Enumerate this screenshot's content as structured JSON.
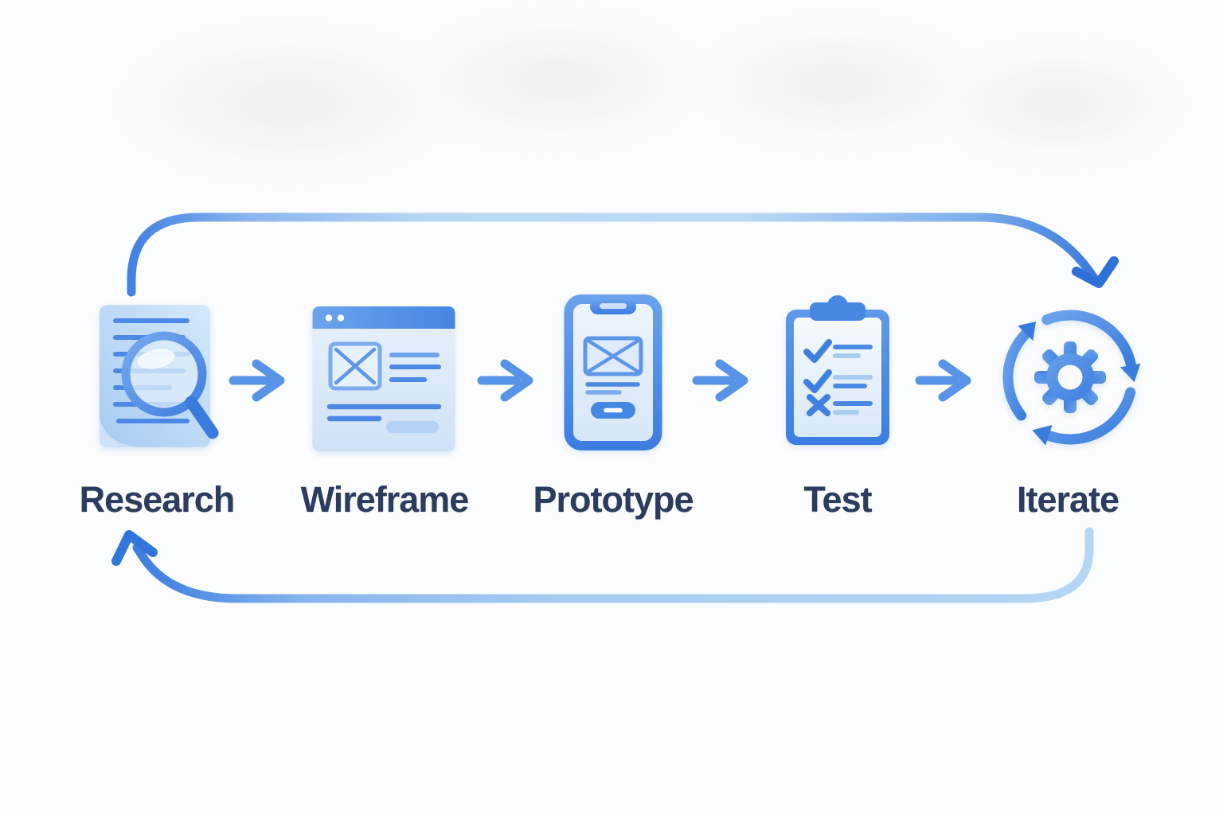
{
  "diagram": {
    "name": "design-process-loop",
    "stages": [
      {
        "label": "Research",
        "icon": "document-search-icon"
      },
      {
        "label": "Wireframe",
        "icon": "browser-wireframe-icon"
      },
      {
        "label": "Prototype",
        "icon": "mobile-wireframe-icon"
      },
      {
        "label": "Test",
        "icon": "clipboard-checklist-icon"
      },
      {
        "label": "Iterate",
        "icon": "gear-cycle-icon"
      }
    ],
    "arrows": {
      "between_stages_count": 4,
      "between_stages_direction": "right",
      "top_loop": "from Research over the top, arrow points down into Iterate",
      "bottom_loop": "from Iterate along the bottom, arrow points up into Research"
    },
    "colors": {
      "background": "#fbfcfd",
      "label_navy": "#2b3c5e",
      "arrow_blue": "#5794e7",
      "accent_blue": "#4a8ce6",
      "line_blue": "#4c89e4",
      "light_fill": "#d9e9f8",
      "loop_light": "#b7d7f4",
      "loop_dark": "#3374da"
    }
  }
}
